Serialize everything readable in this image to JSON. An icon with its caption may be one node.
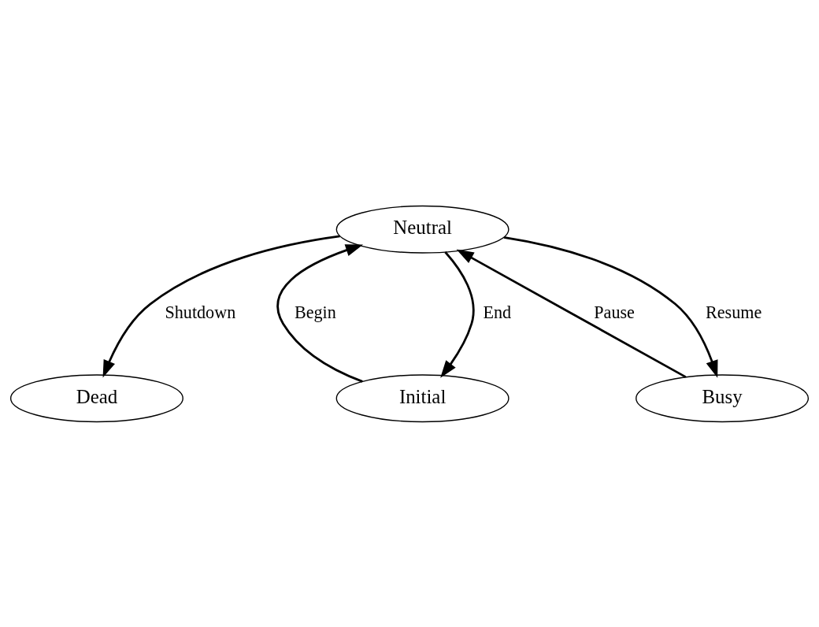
{
  "diagram": {
    "nodes": [
      {
        "text": [
          "Dead"
        ]
      },
      {
        "text": [
          "Initial"
        ]
      },
      {
        "text": [
          "Neutral"
        ]
      },
      {
        "text": [
          "Busy"
        ]
      }
    ],
    "edges": [
      {
        "from": 2,
        "to": 0,
        "arrow": "to",
        "label": "Shutdown"
      },
      {
        "from": 1,
        "to": 2,
        "arrow": "to",
        "label": "Begin"
      },
      {
        "from": 2,
        "to": 1,
        "arrow": "to",
        "label": "End"
      },
      {
        "from": 3,
        "to": 2,
        "arrow": "to",
        "label": "Pause"
      },
      {
        "from": 2,
        "to": 3,
        "arrow": "to",
        "label": "Resume"
      }
    ]
  }
}
